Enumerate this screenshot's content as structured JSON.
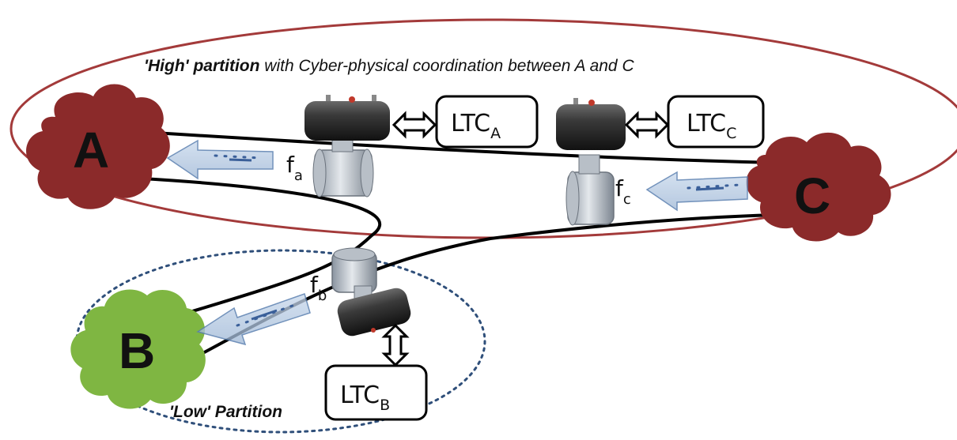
{
  "high_partition": {
    "label_bold": "'High' partition",
    "label_rest": " with Cyber-physical coordination between A and C",
    "color": "#a33a3a"
  },
  "low_partition": {
    "label_bold": "'Low' Partition",
    "color": "#2f4f7a"
  },
  "nodes": {
    "a": {
      "label": "A",
      "color": "#8b2a2a"
    },
    "b": {
      "label": "B",
      "color": "#7fb642"
    },
    "c": {
      "label": "C",
      "color": "#8b2a2a"
    }
  },
  "controllers": {
    "a": {
      "main": "LTC",
      "sub": "A"
    },
    "b": {
      "main": "LTC",
      "sub": "B"
    },
    "c": {
      "main": "LTC",
      "sub": "C"
    }
  },
  "flows": {
    "a": {
      "main": "f",
      "sub": "a"
    },
    "b": {
      "main": "f",
      "sub": "b"
    },
    "c": {
      "main": "f",
      "sub": "c"
    }
  },
  "icons": {
    "valve": "valve-icon",
    "actuator": "actuator-icon",
    "flow_arrow": "flow-arrow-icon",
    "double_arrow": "double-arrow-icon"
  }
}
